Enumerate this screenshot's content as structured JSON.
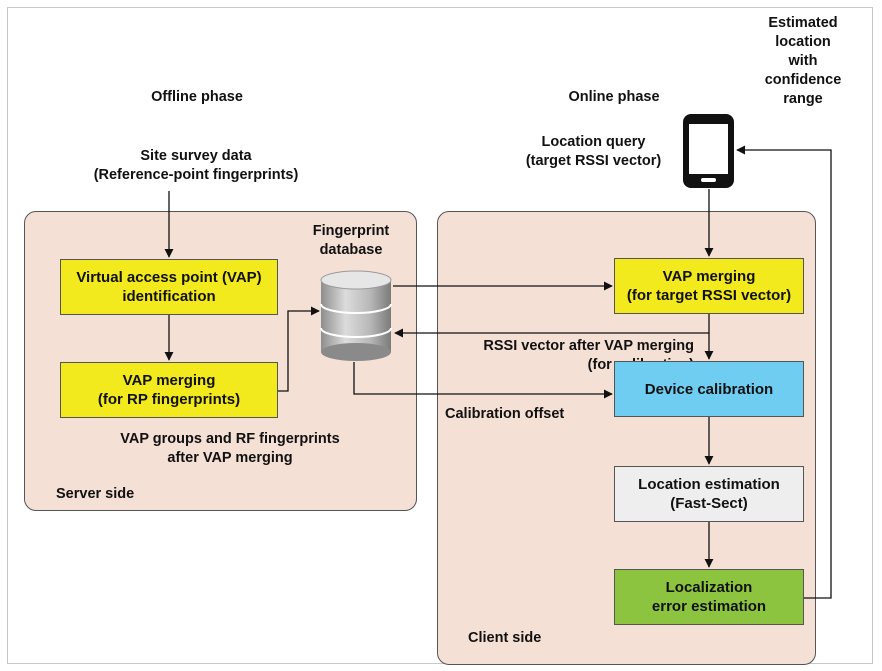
{
  "phases": {
    "offline": "Offline phase",
    "online": "Online phase"
  },
  "labels": {
    "site_survey": "Site survey data\n(Reference-point fingerprints)",
    "location_query": "Location query\n(target RSSI vector)",
    "estimated_location": "Estimated\nlocation\nwith\nconfidence\nrange",
    "fingerprint_db": "Fingerprint\ndatabase",
    "rssi_after_merging": "RSSI vector after VAP merging\n(for calibration)",
    "calibration_offset": "Calibration offset",
    "vap_groups": "VAP groups and RF fingerprints\nafter VAP merging"
  },
  "server": {
    "title": "Server side",
    "vap_identification": "Virtual access point (VAP)\nidentification",
    "vap_merging_rp": "VAP merging\n(for RP fingerprints)"
  },
  "client": {
    "title": "Client side",
    "vap_merging_target": "VAP merging\n(for target RSSI vector)",
    "device_calibration": "Device calibration",
    "location_estimation": "Location estimation\n(Fast-Sect)",
    "error_estimation": "Localization\nerror estimation"
  },
  "colors": {
    "panel": "#f5e0d6",
    "yellow": "#f3ea1e",
    "blue": "#6fcdf2",
    "grey": "#eeeeee",
    "green": "#8dc43f"
  },
  "icons": [
    "smartphone-icon",
    "database-icon"
  ]
}
